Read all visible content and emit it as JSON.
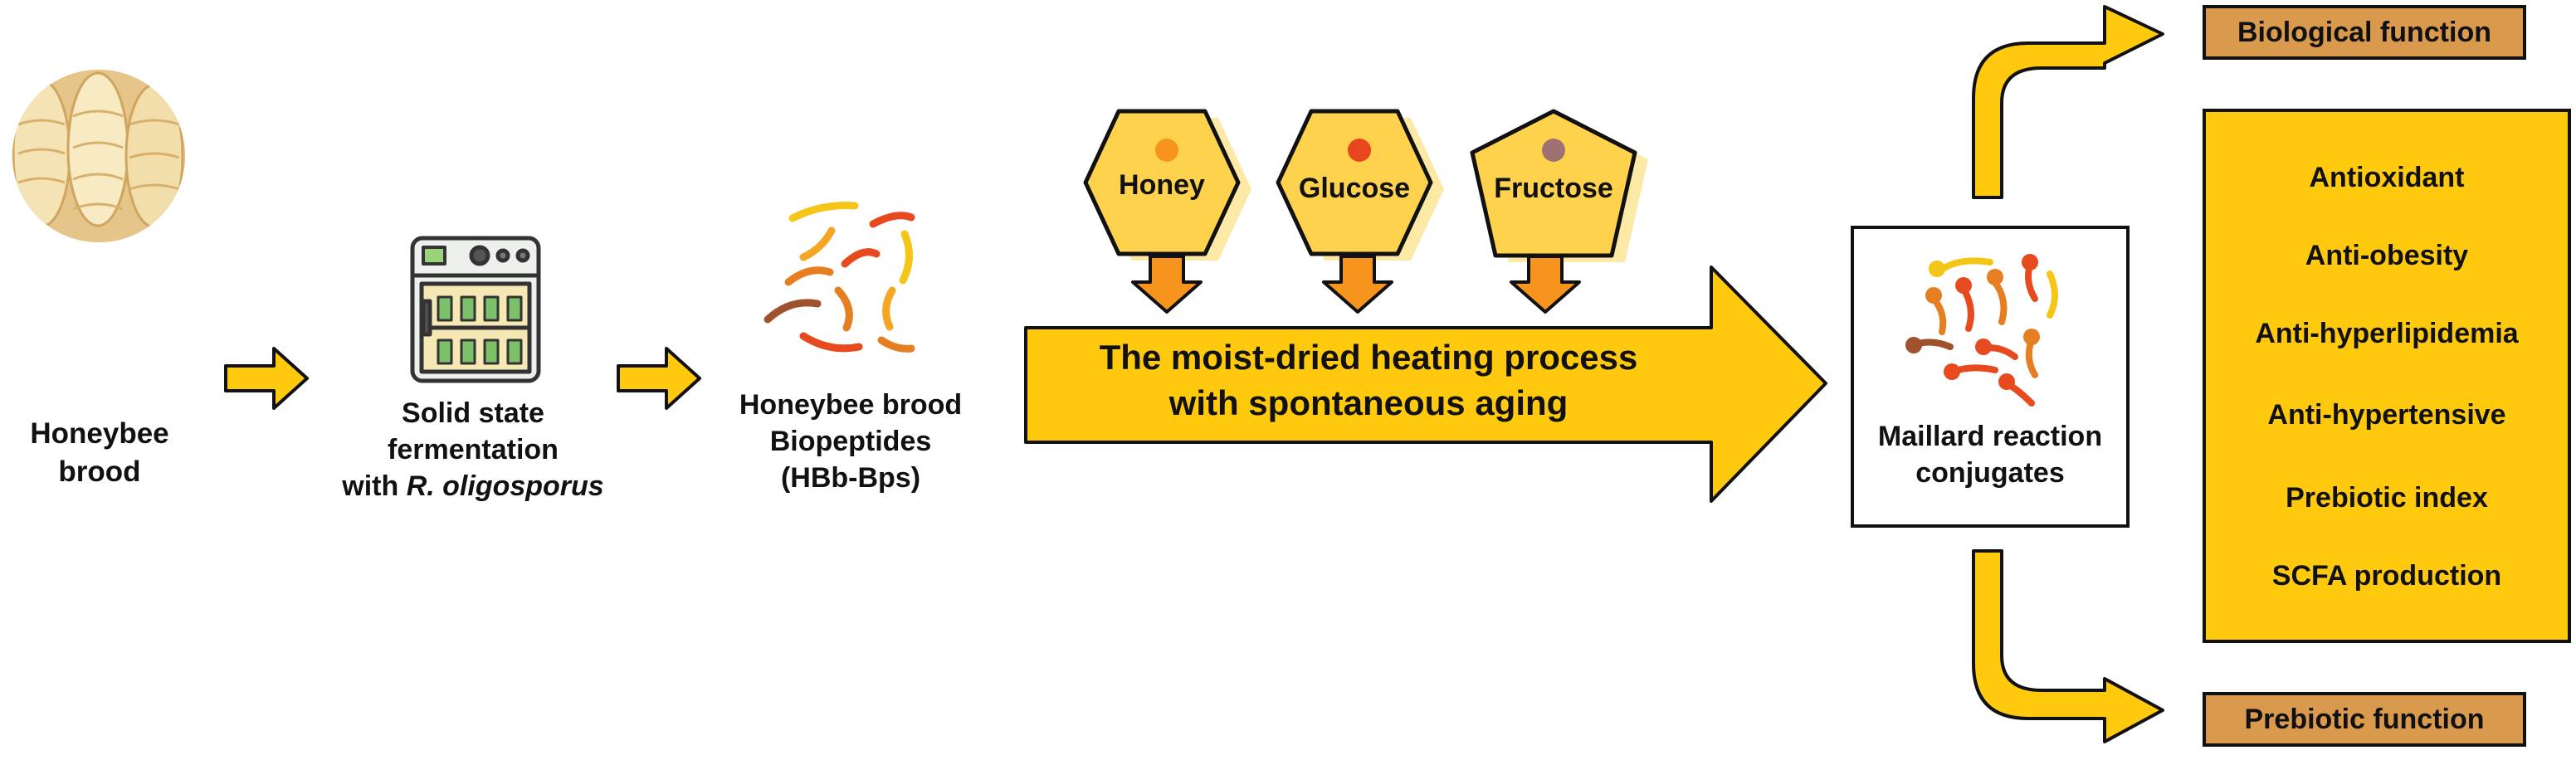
{
  "steps": {
    "brood": {
      "line1": "Honeybee",
      "line2": "brood"
    },
    "fermentation": {
      "line1": "Solid state",
      "line2": "fermentation",
      "line3_prefix": "with ",
      "line3_italic": "R. oligosporus"
    },
    "biopeptides": {
      "line1": "Honeybee brood",
      "line2": "Biopeptides",
      "line3": "(HBb-Bps)"
    },
    "process": {
      "line1": "The moist-dried heating process",
      "line2": "with spontaneous aging"
    },
    "conjugates": {
      "line1": "Maillard reaction",
      "line2": "conjugates"
    }
  },
  "sugars": [
    {
      "label": "Honey",
      "dot_color": "#f7941d"
    },
    {
      "label": "Glucose",
      "dot_color": "#e8461e"
    },
    {
      "label": "Fructose",
      "dot_color": "#9e7272"
    }
  ],
  "outputs": {
    "biological_function": "Biological function",
    "prebiotic_function": "Prebiotic function",
    "activities": [
      "Antioxidant",
      "Anti-obesity",
      "Anti-hyperlipidemia",
      "Anti-hypertensive",
      "Prebiotic index",
      "SCFA production"
    ]
  },
  "colors": {
    "arrow_yellow": "#ffc90e",
    "sugar_arrow_orange": "#f7941d",
    "function_box": "#d99a4e",
    "hexagon_fill": "#ffd24d",
    "hexagon_shadow": "#fde9a6",
    "outline": "#111111"
  },
  "icons": {
    "brood": "honeybee-brood-photo-icon",
    "incubator": "incubator-icon",
    "peptides": "peptide-chains-icon",
    "conjugates": "maillard-conjugate-icon"
  }
}
